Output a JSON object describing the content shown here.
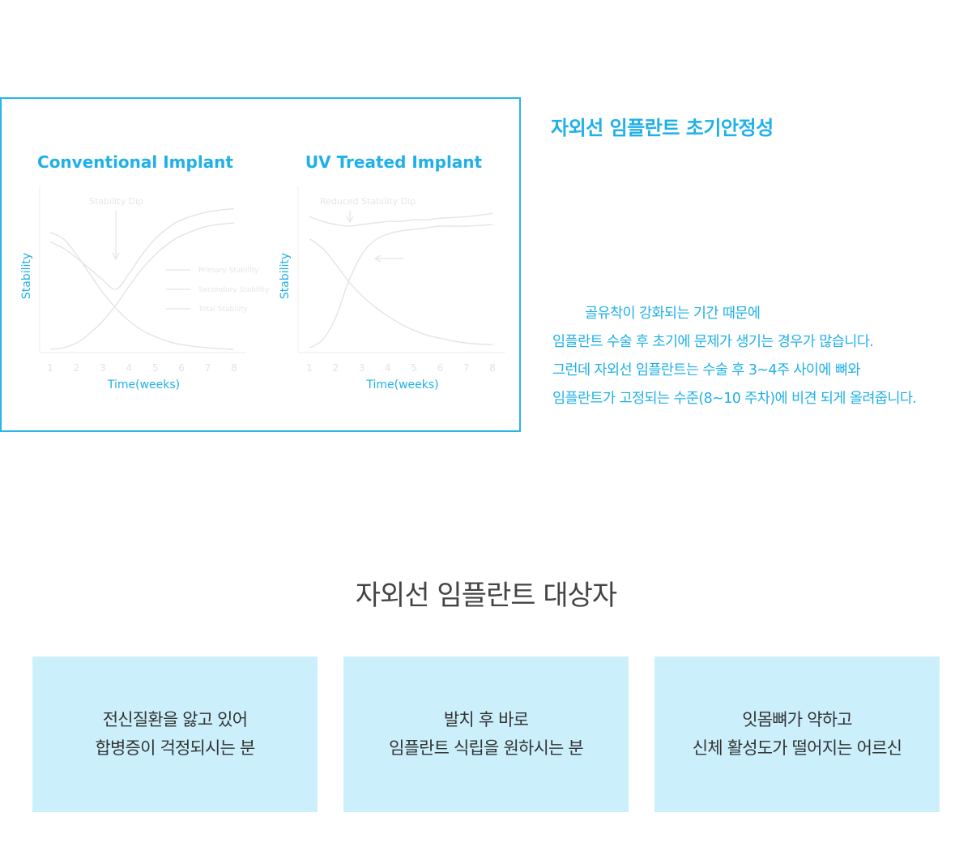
{
  "section": {
    "title": "자외선 임플란트 초기안정성",
    "description": [
      "골유착이 강화되는 기간 때문에",
      "임플란트 수술 후 초기에 문제가 생기는 경우가 많습니다.",
      "그런데 자외선 임플란트는 수술 후 3~4주 사이에 뼈와",
      "임플란트가 고정되는 수준(8~10 주차)에 비견 되게 올려줍니다."
    ]
  },
  "targets": {
    "heading": "자외선 임플란트 대상자",
    "cards": [
      {
        "line1": "전신질환을 앓고 있어",
        "line2": "합병증이 걱정되시는 분"
      },
      {
        "line1": "발치 후 바로",
        "line2": "임플란트 식립을 원하시는 분"
      },
      {
        "line1": "잇몸뼈가 약하고",
        "line2": "신체 활성도가 떨어지는 어르신"
      }
    ]
  },
  "colors": {
    "accent": "#1fb0e8",
    "frame": "#27b5ea",
    "card_bg": "#cbf0fc",
    "heading_text": "#444444",
    "faint_curve": "#e4e4e4"
  },
  "chart_data": [
    {
      "type": "line",
      "title": "Conventional Implant",
      "xlabel": "Time(weeks)",
      "ylabel": "Stability",
      "x_ticks": [
        "1",
        "2",
        "3",
        "4",
        "5",
        "6",
        "7",
        "8"
      ],
      "xlim": [
        1,
        8
      ],
      "ylim": [
        0,
        1
      ],
      "grid": false,
      "annotation": "Stability Dip",
      "legend": [
        "Primary Stability",
        "Secondary Stability",
        "Total Stability"
      ],
      "legend_position": "right",
      "series": [
        {
          "name": "Primary Stability",
          "x": [
            1,
            1.5,
            2,
            2.5,
            3,
            3.5,
            4,
            4.5,
            5,
            5.5,
            6,
            7,
            8
          ],
          "y": [
            0.76,
            0.72,
            0.62,
            0.5,
            0.38,
            0.28,
            0.2,
            0.14,
            0.1,
            0.07,
            0.05,
            0.03,
            0.02
          ]
        },
        {
          "name": "Secondary Stability",
          "x": [
            1,
            1.5,
            2,
            2.5,
            3,
            3.5,
            4,
            4.5,
            5,
            5.5,
            6,
            7,
            8
          ],
          "y": [
            0.02,
            0.03,
            0.06,
            0.12,
            0.2,
            0.3,
            0.42,
            0.53,
            0.62,
            0.69,
            0.74,
            0.8,
            0.82
          ]
        },
        {
          "name": "Total Stability",
          "x": [
            1,
            1.5,
            2,
            2.5,
            3,
            3.5,
            4,
            4.5,
            5,
            5.5,
            6,
            7,
            8
          ],
          "y": [
            0.7,
            0.66,
            0.6,
            0.53,
            0.46,
            0.4,
            0.5,
            0.62,
            0.72,
            0.79,
            0.84,
            0.89,
            0.91
          ]
        }
      ]
    },
    {
      "type": "line",
      "title": "UV Treated Implant",
      "xlabel": "Time(weeks)",
      "ylabel": "Stability",
      "x_ticks": [
        "1",
        "2",
        "3",
        "4",
        "5",
        "6",
        "7",
        "8"
      ],
      "xlim": [
        1,
        8
      ],
      "ylim": [
        0,
        1
      ],
      "grid": false,
      "annotation": "Reduced Stability Dip",
      "series": [
        {
          "name": "Primary Stability",
          "x": [
            1,
            1.5,
            2,
            2.5,
            3,
            3.5,
            4,
            4.5,
            5,
            5.5,
            6,
            7,
            8
          ],
          "y": [
            0.72,
            0.66,
            0.56,
            0.45,
            0.36,
            0.29,
            0.23,
            0.18,
            0.14,
            0.11,
            0.09,
            0.06,
            0.05
          ]
        },
        {
          "name": "Secondary Stability",
          "x": [
            1,
            1.5,
            2,
            2.5,
            3,
            3.5,
            4,
            4.5,
            5,
            5.5,
            6,
            7,
            8
          ],
          "y": [
            0.03,
            0.08,
            0.22,
            0.45,
            0.62,
            0.71,
            0.75,
            0.77,
            0.78,
            0.79,
            0.8,
            0.8,
            0.81
          ]
        },
        {
          "name": "Total Stability",
          "x": [
            1,
            1.5,
            2,
            2.5,
            3,
            3.5,
            4,
            4.5,
            5,
            5.5,
            6,
            7,
            8
          ],
          "y": [
            0.86,
            0.83,
            0.81,
            0.8,
            0.81,
            0.82,
            0.83,
            0.83,
            0.84,
            0.84,
            0.85,
            0.86,
            0.88
          ]
        }
      ]
    }
  ]
}
